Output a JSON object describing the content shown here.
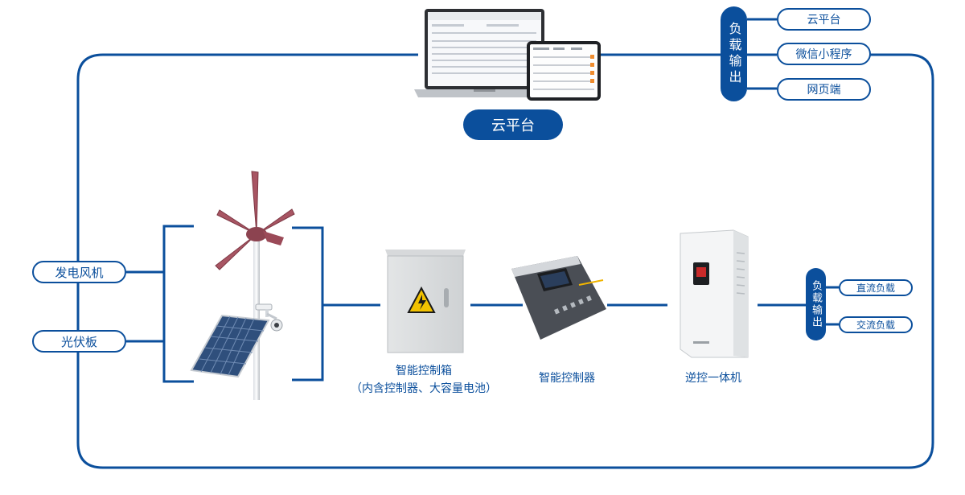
{
  "colors": {
    "brand": "#0b4f9c",
    "white": "#ffffff"
  },
  "top_outputs": {
    "badge": "负载输出",
    "items": [
      "云平台",
      "微信小程序",
      "网页端"
    ]
  },
  "cloud_label": "云平台",
  "sources": {
    "wind": "发电风机",
    "solar": "光伏板"
  },
  "devices": {
    "control_box": {
      "line1": "智能控制箱",
      "line2": "（内含控制器、大容量电池）"
    },
    "controller": {
      "label": "智能控制器"
    },
    "inverter": {
      "label": "逆控一体机"
    }
  },
  "load_outputs": {
    "badge": "负载输出",
    "items": [
      "直流负载",
      "交流负载"
    ]
  },
  "icons": [
    "laptop-screen-icon",
    "tablet-screen-icon",
    "wind-turbine-icon",
    "solar-panel-icon",
    "camera-icon",
    "electrical-cabinet-icon",
    "high-voltage-warning-icon",
    "charge-controller-icon",
    "inverter-icon"
  ]
}
